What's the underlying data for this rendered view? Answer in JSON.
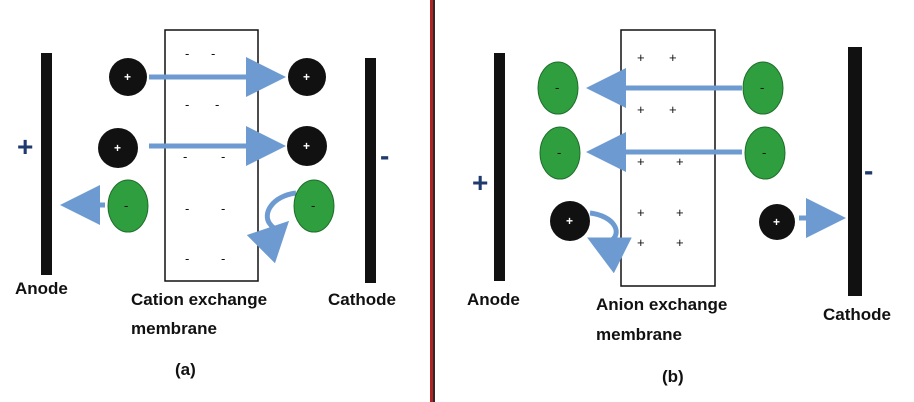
{
  "panels": {
    "a": {
      "caption": "(a)",
      "anode_label": "Anode",
      "anode_sign": "+",
      "cathode_label": "Cathode",
      "cathode_sign": "-",
      "membrane_label_line1": "Cation exchange",
      "membrane_label_line2": "membrane",
      "membrane_fixed_charge": "-",
      "cation_sign": "+",
      "anion_sign": "-"
    },
    "b": {
      "caption": "(b)",
      "anode_label": "Anode",
      "anode_sign": "+",
      "cathode_label": "Cathode",
      "cathode_sign": "-",
      "membrane_label_line1": "Anion exchange",
      "membrane_label_line2": "membrane",
      "membrane_fixed_charge": "+",
      "cation_sign": "+",
      "anion_sign": "-"
    }
  },
  "colors": {
    "electrode": "#111111",
    "cation": "#111111",
    "anion": "#2e9e3e",
    "arrow": "#6d9bd1",
    "divider": "#b22222",
    "sign": "#1f3a6e"
  }
}
